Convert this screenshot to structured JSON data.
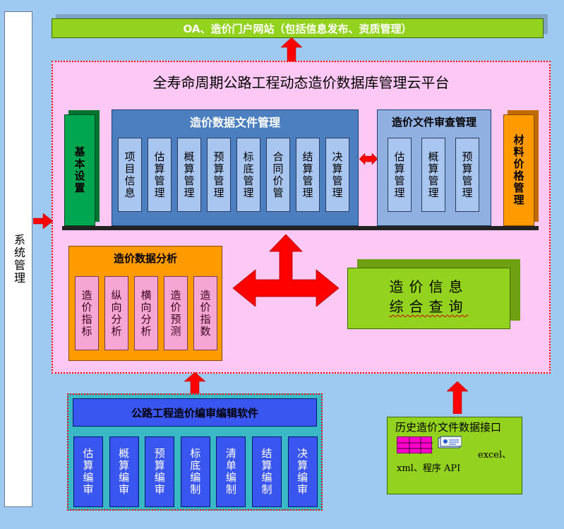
{
  "system_mgmt": "系统管理",
  "portal": "OA、造价门户网站（包括信息发布、资质管理）",
  "platform_title": "全寿命周期公路工程动态造价数据库管理云平台",
  "basic_settings": "基本设置",
  "file_mgmt": {
    "title": "造价数据文件管理",
    "items": [
      "项目信息",
      "估算管理",
      "概算管理",
      "预算管理",
      "标底管理",
      "合同价管",
      "结算管理",
      "决算管理"
    ]
  },
  "review_mgmt": {
    "title": "造价文件审查管理",
    "items": [
      "估算管理",
      "概算管理",
      "预算管理"
    ]
  },
  "material_price": "材料价格管理",
  "analysis": {
    "title": "造价数据分析",
    "items": [
      "造价指标",
      "纵向分析",
      "横向分析",
      "造价预测",
      "造价指数"
    ]
  },
  "query": {
    "line1": "造价信息",
    "line2": "综合查询"
  },
  "software": {
    "title": "公路工程造价编审编辑软件",
    "items": [
      "估算编审",
      "概算编审",
      "预算编审",
      "标底编制",
      "清单编制",
      "结算编制",
      "决算编审"
    ]
  },
  "history": {
    "title": "历史造价文件数据接口",
    "formats_line1": "excel、",
    "formats_line2": "xml、程序 API"
  },
  "colors": {
    "background": "#9ec9f0",
    "green": "#93d21e",
    "pink_panel": "#fdc8f4",
    "arrow_red": "#ff0000",
    "orange": "#ff9a00",
    "blue": "#3a56f0"
  }
}
